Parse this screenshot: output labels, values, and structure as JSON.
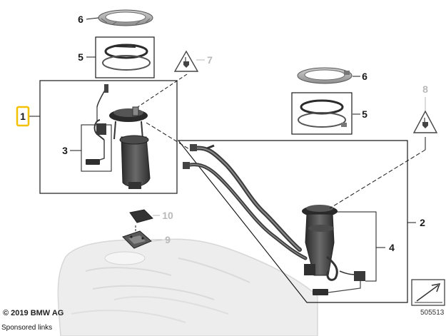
{
  "callouts": [
    {
      "id": "1",
      "label": "1",
      "highlighted": true
    },
    {
      "id": "2",
      "label": "2"
    },
    {
      "id": "3",
      "label": "3"
    },
    {
      "id": "4",
      "label": "4"
    },
    {
      "id": "5a",
      "label": "5"
    },
    {
      "id": "5b",
      "label": "5"
    },
    {
      "id": "6a",
      "label": "6"
    },
    {
      "id": "6b",
      "label": "6"
    },
    {
      "id": "7",
      "label": "7",
      "muted": true
    },
    {
      "id": "8",
      "label": "8",
      "muted": true
    },
    {
      "id": "9",
      "label": "9",
      "muted": true
    },
    {
      "id": "10",
      "label": "10",
      "muted": true
    }
  ],
  "footer": {
    "copyright": "© 2019 BMW AG",
    "sponsored": "Sponsored links",
    "image_code": "505513"
  },
  "colors": {
    "highlight": "#f2c200",
    "line": "#1a1a1a",
    "muted": "#b9b9b9",
    "part_dark": "#3a3a3a",
    "tank": "#e6e6e6"
  }
}
